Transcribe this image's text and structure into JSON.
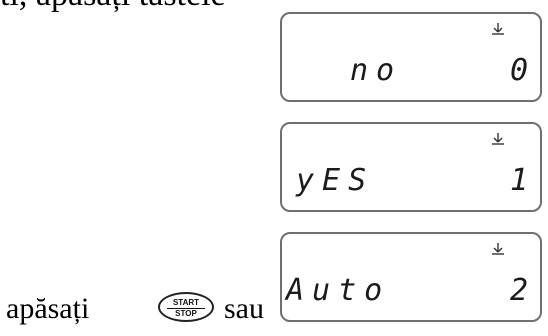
{
  "top_fragment": "ti, apăsați tastele",
  "displays": [
    {
      "mode": "no",
      "value": "0",
      "icon": "tare-symbol-icon"
    },
    {
      "mode": "yES",
      "value": "1",
      "icon": "tare-symbol-icon"
    },
    {
      "mode": "Auto",
      "value": "2",
      "icon": "tare-symbol-icon"
    }
  ],
  "instruction": {
    "before": "apăsați",
    "after": "sau",
    "button": {
      "top": "START",
      "bottom": "STOP"
    }
  }
}
